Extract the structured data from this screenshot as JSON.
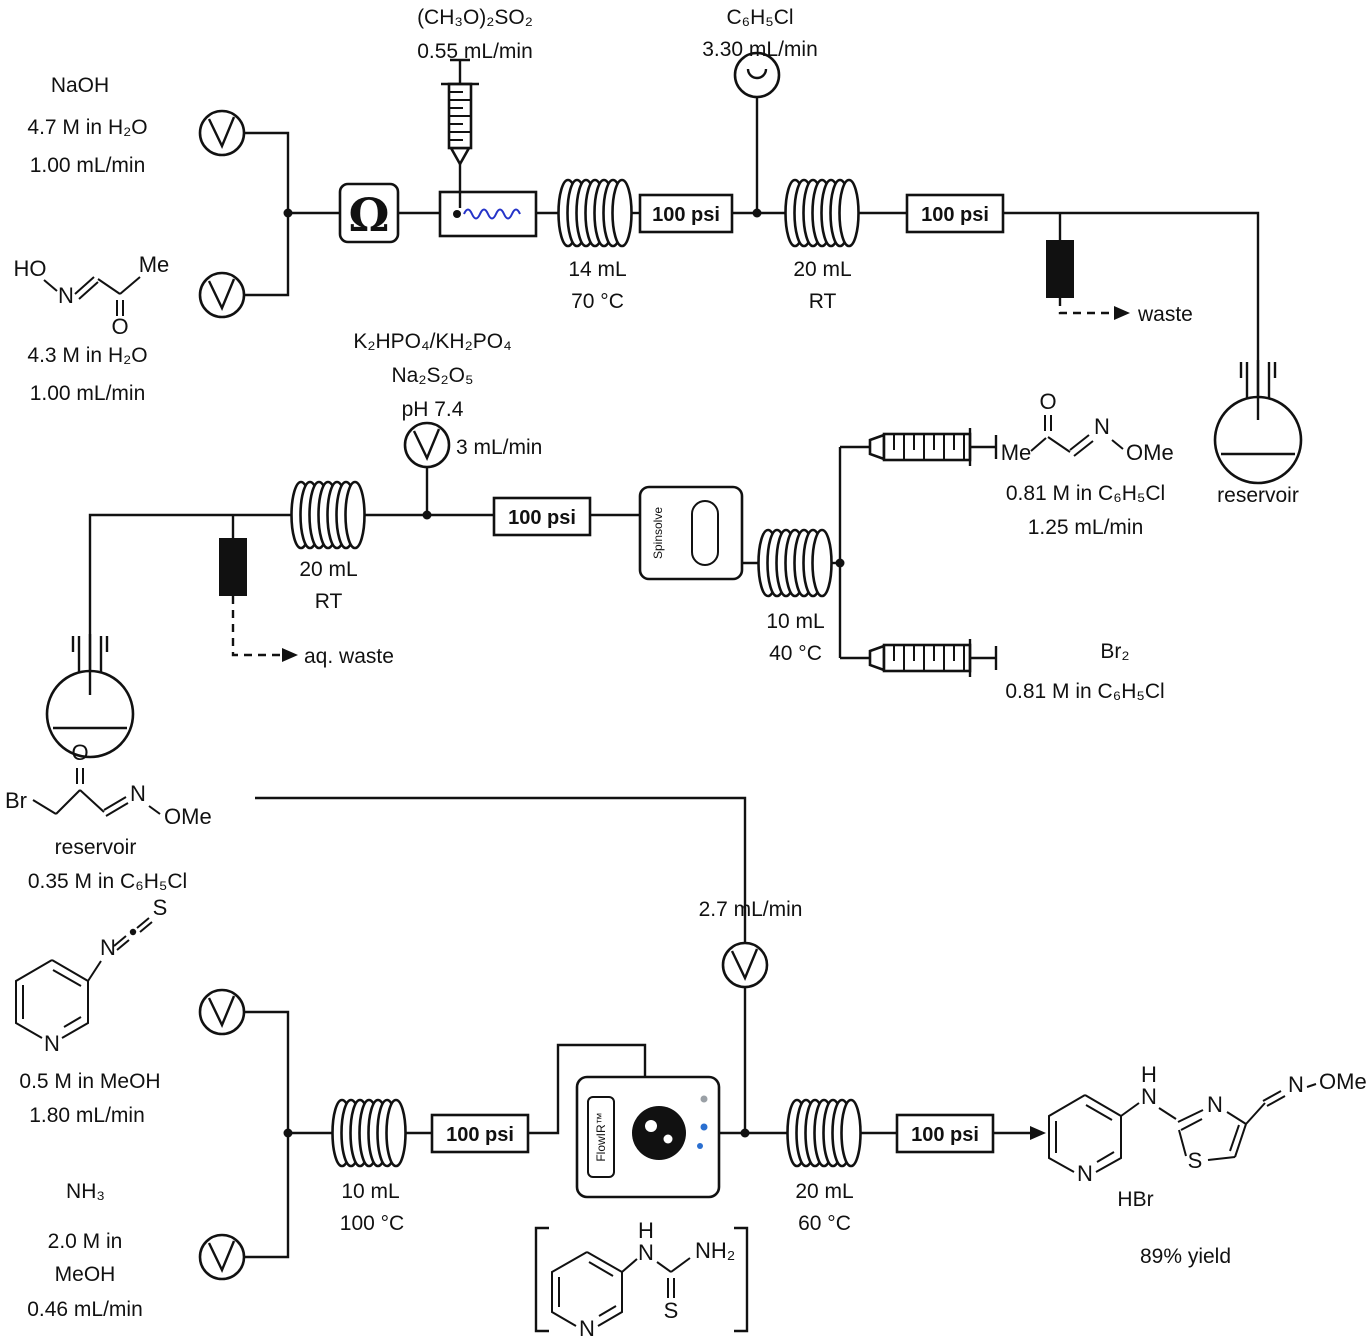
{
  "labels": {
    "bpr": "100 psi",
    "waste": "waste",
    "aq_waste": "aq. waste",
    "reservoir": "reservoir"
  },
  "devices": {
    "mixer": "Ω",
    "spinsolve": "Spinsolve",
    "flowir": "FlowIR™"
  },
  "reactors": {
    "coil1": {
      "vol": "14 mL",
      "temp": "70 °C"
    },
    "coil2": {
      "vol": "20 mL",
      "temp": "RT"
    },
    "coil3": {
      "vol": "10 mL",
      "temp": "40 °C"
    },
    "coil4": {
      "vol": "20 mL",
      "temp": "RT"
    },
    "coil5": {
      "vol": "10 mL",
      "temp": "100 °C"
    },
    "coil6": {
      "vol": "20 mL",
      "temp": "60 °C"
    }
  },
  "streams": {
    "naoh": {
      "name": "NaOH",
      "conc": "4.7 M in H₂O",
      "flow": "1.00 mL/min"
    },
    "oxime": {
      "conc": "4.3 M in H₂O",
      "flow": "1.00 mL/min"
    },
    "dms": {
      "name": "(CH₃O)₂SO₂",
      "flow": "0.55 mL/min"
    },
    "phcl": {
      "name": "C₆H₅Cl",
      "flow": "3.30 mL/min"
    },
    "buffer": {
      "salts": "K₂HPO₄/KH₂PO₄",
      "reductant": "Na₂S₂O₅",
      "ph": "pH 7.4",
      "flow": "3 mL/min"
    },
    "methoxime": {
      "conc": "0.81 M in C₆H₅Cl",
      "flow": "1.25 mL/min"
    },
    "bromine": {
      "name": "Br₂",
      "conc": "0.81 M in C₆H₅Cl"
    },
    "bromo": {
      "conc": "0.35 M in C₆H₅Cl",
      "flow": "2.7 mL/min"
    },
    "ncs": {
      "conc": "0.5 M in MeOH",
      "flow": "1.80 mL/min"
    },
    "ammonia": {
      "name": "NH₃",
      "conc1": "2.0 M in",
      "conc2": "MeOH",
      "flow": "0.46 mL/min"
    }
  },
  "product": {
    "salt": "HBr",
    "yield": "89% yield"
  },
  "atoms": {
    "ho": "HO",
    "n": "N",
    "me": "Me",
    "o": "O",
    "ome": "OMe",
    "br": "Br",
    "s": "S",
    "h": "H",
    "nh2": "NH₂"
  }
}
